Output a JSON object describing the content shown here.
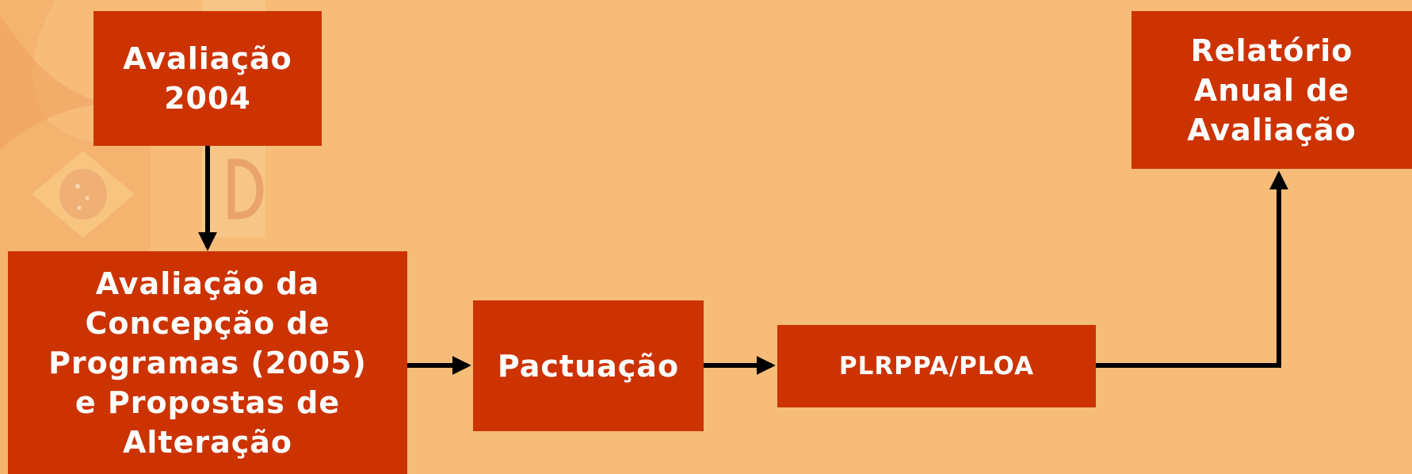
{
  "diagram": {
    "nodes": [
      {
        "id": "avaliacao-2004",
        "label": "Avaliação\n2004"
      },
      {
        "id": "concepcao",
        "label": "Avaliação da\nConcepção de\nProgramas (2005)\ne Propostas de\nAlteração"
      },
      {
        "id": "pactuacao",
        "label": "Pactuação"
      },
      {
        "id": "plrppa",
        "label": "PLRPPA/PLOA"
      },
      {
        "id": "relatorio",
        "label": "Relatório\nAnual de\nAvaliação"
      }
    ],
    "edges": [
      {
        "from": "avaliacao-2004",
        "to": "concepcao"
      },
      {
        "from": "concepcao",
        "to": "pactuacao"
      },
      {
        "from": "pactuacao",
        "to": "plrppa"
      },
      {
        "from": "plrppa",
        "to": "relatorio"
      }
    ]
  },
  "colors": {
    "background": "#f6bc78",
    "box": "#cc3300",
    "text": "#ffffff",
    "arrow": "#000000"
  }
}
